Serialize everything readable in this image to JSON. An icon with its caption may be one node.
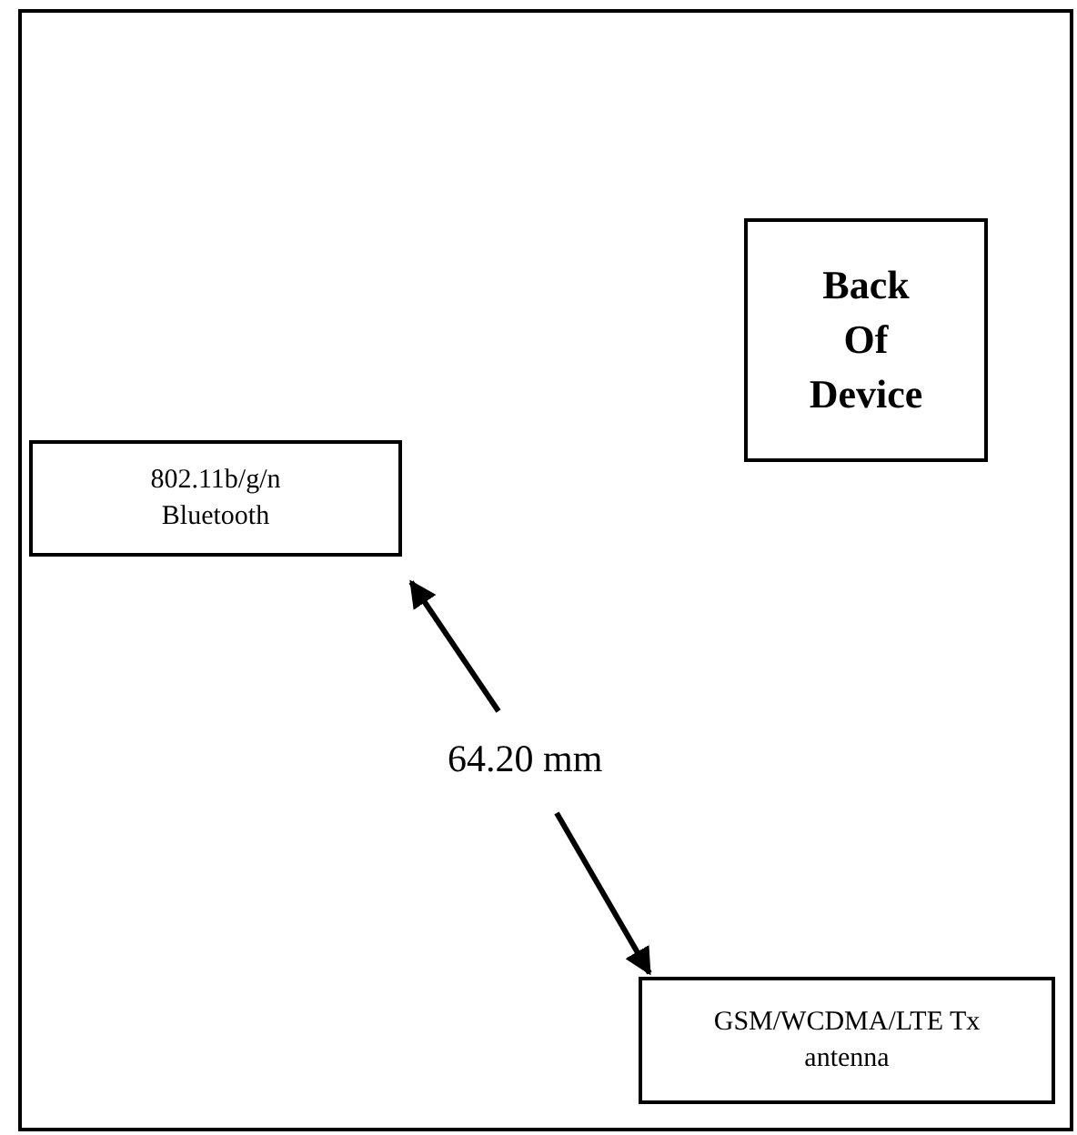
{
  "diagram": {
    "nodes": [
      {
        "text": [],
        "shape": "box"
      },
      {
        "text": [
          "Back Of Device"
        ],
        "in": 0
      },
      {
        "text": [
          "802.11b/g/n Bluetooth"
        ],
        "in": 0
      },
      {
        "text": [
          "GSM/WCDMA/LTE Tx antenna"
        ],
        "in": 0
      }
    ],
    "labels": [
      "64.20 mm"
    ]
  }
}
